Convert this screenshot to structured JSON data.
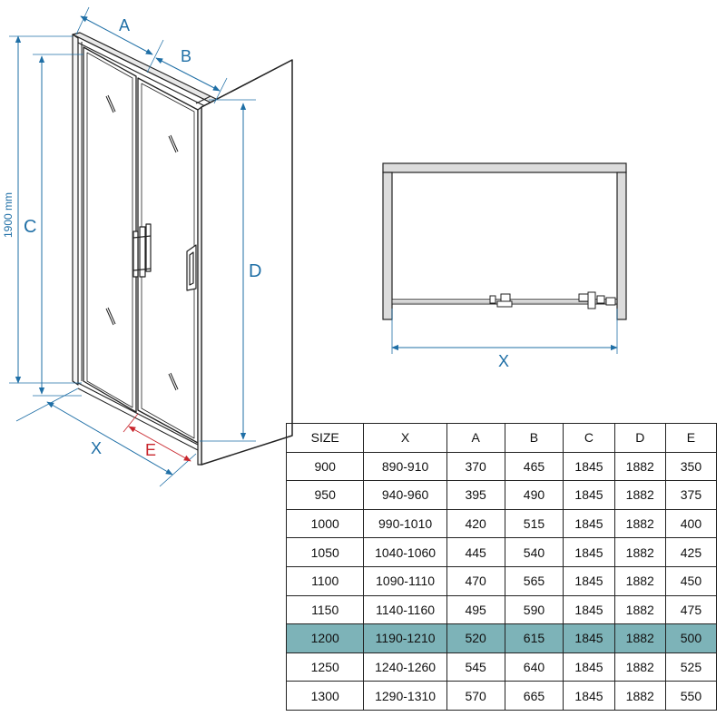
{
  "labels": {
    "A": "A",
    "B": "B",
    "C": "C",
    "D": "D",
    "E": "E",
    "X": "X",
    "height": "1900 mm",
    "plan_x": "X"
  },
  "table": {
    "headers": [
      "SIZE",
      "X",
      "A",
      "B",
      "C",
      "D",
      "E"
    ],
    "rows": [
      [
        "900",
        "890-910",
        "370",
        "465",
        "1845",
        "1882",
        "350"
      ],
      [
        "950",
        "940-960",
        "395",
        "490",
        "1845",
        "1882",
        "375"
      ],
      [
        "1000",
        "990-1010",
        "420",
        "515",
        "1845",
        "1882",
        "400"
      ],
      [
        "1050",
        "1040-1060",
        "445",
        "540",
        "1845",
        "1882",
        "425"
      ],
      [
        "1100",
        "1090-1110",
        "470",
        "565",
        "1845",
        "1882",
        "450"
      ],
      [
        "1150",
        "1140-1160",
        "495",
        "590",
        "1845",
        "1882",
        "475"
      ],
      [
        "1200",
        "1190-1210",
        "520",
        "615",
        "1845",
        "1882",
        "500"
      ],
      [
        "1250",
        "1240-1260",
        "545",
        "640",
        "1845",
        "1882",
        "525"
      ],
      [
        "1300",
        "1290-1310",
        "570",
        "665",
        "1845",
        "1882",
        "550"
      ]
    ],
    "highlighted_row": "1200",
    "highlight_color": "#7db3b8"
  },
  "colors": {
    "dimension": "#1f6fa6",
    "e_dimension": "#c8252c",
    "outline": "#222222"
  }
}
